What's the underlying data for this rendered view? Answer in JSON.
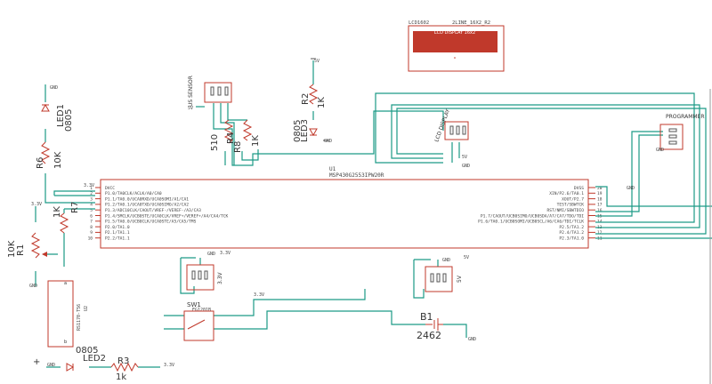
{
  "mcu": {
    "name": "U1",
    "part": "MSP430G2553IPW20R",
    "left_pins": [
      {
        "num": "1",
        "label": "DVCC"
      },
      {
        "num": "2",
        "label": "P1.0/TA0CLK/ACLK/A0/CA0"
      },
      {
        "num": "3",
        "label": "P1.1/TA0.0/UCA0RXD/UCA0SOMI/A1/CA1"
      },
      {
        "num": "4",
        "label": "P1.2/TA0.1/UCA0TXD/UCA0SIMO/A2/CA2"
      },
      {
        "num": "5",
        "label": "P1.3/ADC10CLK/CAOUT/VREF-/VEREF-/A3/CA3"
      },
      {
        "num": "6",
        "label": "P1.4/SMCLK/UCB0STE/UCA0CLK/VREF+/VEREF+/A4/CA4/TCK"
      },
      {
        "num": "7",
        "label": "P1.5/TA0.0/UCB0CLK/UCA0STE/A5/CA5/TMS"
      },
      {
        "num": "8",
        "label": "P2.0/TA1.0"
      },
      {
        "num": "9",
        "label": "P2.1/TA1.1"
      },
      {
        "num": "10",
        "label": "P2.2/TA1.1"
      }
    ],
    "right_pins": [
      {
        "num": "20",
        "label": "DVSS"
      },
      {
        "num": "19",
        "label": "XIN/P2.6/TA0.1"
      },
      {
        "num": "18",
        "label": "XOUT/P2.7"
      },
      {
        "num": "17",
        "label": "TEST/SBWTCK"
      },
      {
        "num": "16",
        "label": "RST/NMI/SBWTDIO"
      },
      {
        "num": "15",
        "label": "P1.7/CAOUT/UCB0SIMO/UCB0SDA/A7/CA7/TDO/TDI"
      },
      {
        "num": "14",
        "label": "P1.6/TA0.1/UCB0SOMI/UCB0SCL/A6/CA6/TDI/TCLK"
      },
      {
        "num": "13",
        "label": "P2.5/TA1.2"
      },
      {
        "num": "12",
        "label": "P2.4/TA1.2"
      },
      {
        "num": "11",
        "label": "P2.3/TA1.0"
      }
    ]
  },
  "lcd_module": {
    "label": "LCD DISPLAY 16x2",
    "ref": "LCD1602",
    "value": "2LINE_16X2_R2"
  },
  "connectors": {
    "us_sensor": "US SENSOR",
    "lcd_display": "LCD DISPLAY",
    "programmer": "PROGRAMMER",
    "hdr_left": "3.3V",
    "hdr_right": "5V"
  },
  "components": {
    "led1": {
      "ref": "LED1",
      "pkg": "0805"
    },
    "led2": {
      "ref": "LED2",
      "pkg": "0805"
    },
    "led3": {
      "ref": "LED3",
      "pkg": "0805"
    },
    "r1": {
      "ref": "R1",
      "value": "10K"
    },
    "r2": {
      "ref": "R2",
      "value": "1K"
    },
    "r3": {
      "ref": "R3",
      "value": "1k"
    },
    "r4": {
      "ref": "R4",
      "value": "510"
    },
    "r6": {
      "ref": "R6",
      "value": "10K"
    },
    "r7": {
      "ref": "R7",
      "value": "1K"
    },
    "r8": {
      "ref": "R8",
      "value": "1K"
    },
    "sw1": {
      "ref": "SW1",
      "part": "EG1201B"
    },
    "b1": {
      "ref": "B1",
      "value": "2462"
    },
    "reg": {
      "ref": "U2",
      "part": "RS1170-T56"
    }
  },
  "nets": {
    "gnd": "GND",
    "v33": "3.3V",
    "v5": "5V",
    "v33_r3": "3.3V",
    "v33_mcu": "3.3V",
    "lcd_5v": "5V"
  }
}
